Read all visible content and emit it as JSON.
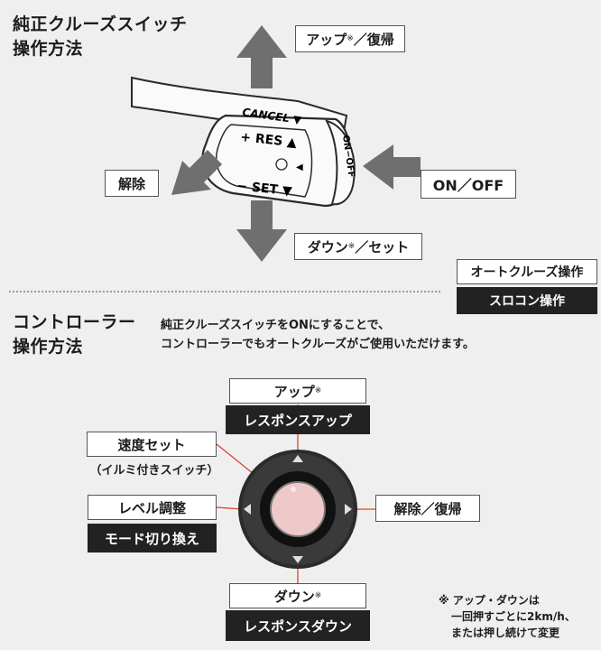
{
  "section1": {
    "title_line1": "純正クルーズスイッチ",
    "title_line2": "操作方法"
  },
  "lever": {
    "cancel": "CANCEL ▼",
    "res": "+ RES ▲",
    "set": "− SET ▼",
    "onoff": "ON−OFF",
    "indicator": "◀"
  },
  "labels1": {
    "up_resume": "アップ",
    "up_resume_mark": "※",
    "up_resume_rest": "／復帰",
    "cancel_release": "解除",
    "onoff": "ON／OFF",
    "down_set": "ダウン",
    "down_set_mark": "※",
    "down_set_rest": "／セット"
  },
  "legend": {
    "auto_cruise": "オートクルーズ操作",
    "throttle": "スロコン操作"
  },
  "section2": {
    "title_line1": "コントローラー",
    "title_line2": "操作方法",
    "desc_line1": "純正クルーズスイッチをONにすることで、",
    "desc_line2": "コントローラーでもオートクルーズがご使用いただけます。"
  },
  "controller": {
    "up": "アップ",
    "up_mark": "※",
    "response_up": "レスポンスアップ",
    "speed_set": "速度セット",
    "speed_set_sub": "（イルミ付きスイッチ）",
    "level_adjust": "レベル調整",
    "mode_switch": "モード切り換え",
    "release_resume": "解除／復帰",
    "down": "ダウン",
    "down_mark": "※",
    "response_down": "レスポンスダウン"
  },
  "note": {
    "line1": "※ アップ・ダウンは",
    "line2": "一回押すごとに2km/h、",
    "line3": "または押し続けて変更"
  },
  "colors": {
    "arrow": "#6f6f6f",
    "leader_line": "#d9462a",
    "button_center": "#efc9c9",
    "dark_label": "#222222"
  }
}
